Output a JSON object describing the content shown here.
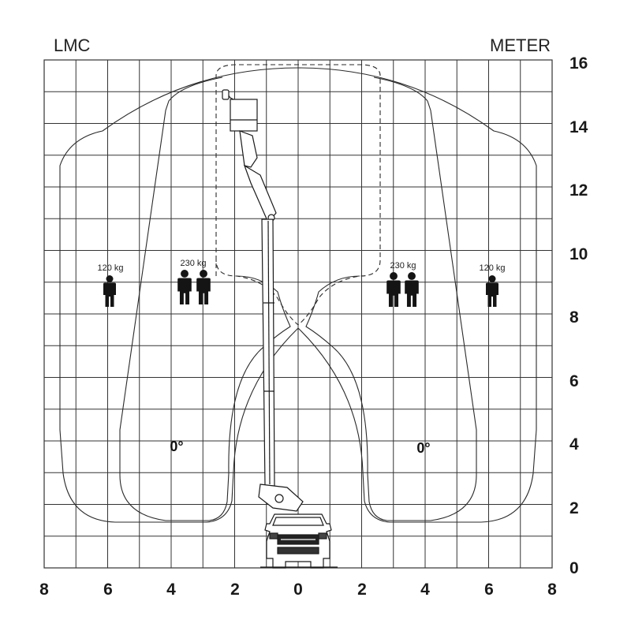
{
  "labels": {
    "left_corner": "LMC",
    "right_corner": "METER"
  },
  "axes": {
    "x_ticks": [
      "8",
      "6",
      "4",
      "2",
      "0",
      "2",
      "4",
      "6",
      "8"
    ],
    "y_ticks": [
      "0",
      "2",
      "4",
      "6",
      "8",
      "10",
      "12",
      "14",
      "16"
    ],
    "x_range_m": [
      -8,
      8
    ],
    "y_range_m": [
      0,
      16
    ],
    "grid_step_m": 1
  },
  "zones": {
    "outer_capacity": "120 kg",
    "inner_capacity": "230 kg",
    "outer_persons": 1,
    "inner_persons": 2,
    "angle_left": "0°",
    "angle_right": "0°"
  },
  "colors": {
    "line": "#2a2a2a",
    "grid": "#333333",
    "silhouette": "#141414"
  },
  "icons": [
    "person-icon",
    "truck-icon",
    "boom-lift-icon"
  ]
}
